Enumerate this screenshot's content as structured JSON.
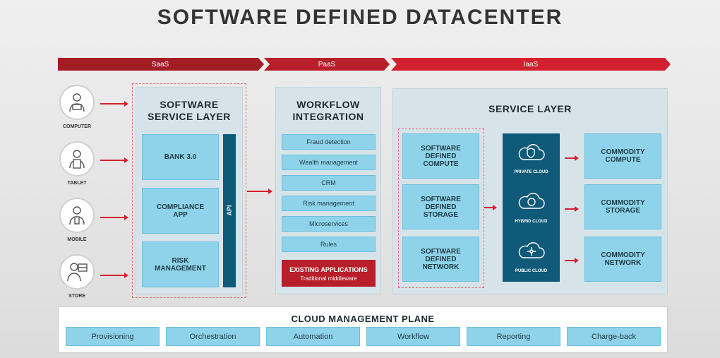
{
  "title": "SOFTWARE DEFINED DATACENTER",
  "banners": [
    "SaaS",
    "PaaS",
    "IaaS"
  ],
  "devices": [
    "COMPUTER",
    "TABLET",
    "MOBILE",
    "STORE"
  ],
  "software_layer": {
    "title_line1": "SOFTWARE",
    "title_line2": "SERVICE LAYER",
    "boxes": [
      "BANK 3.0",
      "COMPLIANCE APP",
      "RISK MANAGEMENT"
    ],
    "api": "API"
  },
  "workflow": {
    "title_line1": "WORKFLOW",
    "title_line2": "INTEGRATION",
    "items": [
      "Fraud detection",
      "Wealth management",
      "CRM",
      "Risk management",
      "Microservices",
      "Rules"
    ],
    "existing_title": "EXISTING APPLICATIONS",
    "existing_sub": "Traditional middleware"
  },
  "service_layer": {
    "title": "SERVICE LAYER",
    "defined": [
      "SOFTWARE DEFINED COMPUTE",
      "SOFTWARE DEFINED STORAGE",
      "SOFTWARE DEFINED NETWORK"
    ],
    "clouds": [
      "PRIVATE CLOUD",
      "HYBRID CLOUD",
      "PUBLIC CLOUD"
    ],
    "commodity": [
      "COMMODITY COMPUTE",
      "COMMODITY STORAGE",
      "COMMODITY NETWORK"
    ]
  },
  "management": {
    "title": "CLOUD MANAGEMENT PLANE",
    "items": [
      "Provisioning",
      "Orchestration",
      "Automation",
      "Workflow",
      "Reporting",
      "Charge-back"
    ]
  },
  "colors": {
    "banner_dark": "#a31d25",
    "banner_mid": "#b81f2a",
    "banner_light": "#d3202f",
    "accent_blue": "#8fd3ea",
    "navy": "#0e5a78"
  }
}
